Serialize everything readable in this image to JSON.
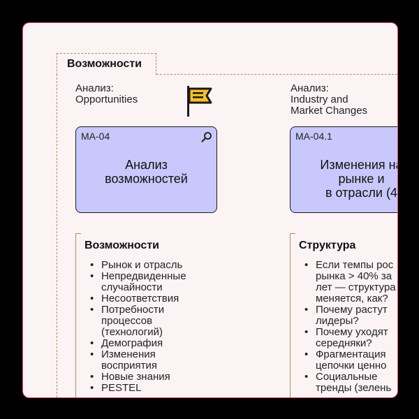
{
  "frame": {
    "label": "Возможности"
  },
  "columns": [
    {
      "analysis": "Анализ:\nOpportunities",
      "card": {
        "code": "MA-04",
        "title": "Анализ\nвозможностей"
      },
      "list": {
        "heading": "Возможности",
        "items": [
          "Рынок и отрасль",
          "Непредвиденные\nслучайности",
          "Несоответствия",
          "Потребности\nпроцессов\n(технологий)",
          "Демография",
          "Изменения\nвосприятия",
          "Новые знания",
          "PESTEL"
        ]
      }
    },
    {
      "analysis": "Анализ:\nIndustry and\nMarket Changes",
      "card": {
        "code": "MA-04.1",
        "title": "Изменения на\nрынке и\nв отрасли (4"
      },
      "list": {
        "heading": "Структура",
        "items": [
          "Если темпы рос\nрынка > 40% за\nлет — структура\nменяется, как?",
          "Почему растут\nлидеры?",
          "Почему уходят\nсередняки?",
          "Фрагментация\nцепочки ценно",
          "Социальные\nтренды (зелень"
        ]
      }
    }
  ],
  "colors": {
    "background": "#000000",
    "card_bg": "#fcf3f5",
    "card_border": "#e24f7c",
    "box_fill": "#c9c8fc",
    "dashed_frame": "#a89258",
    "flag": "#f5bf2a"
  },
  "icons": {
    "flag": "flag-icon",
    "search": "search-icon"
  }
}
